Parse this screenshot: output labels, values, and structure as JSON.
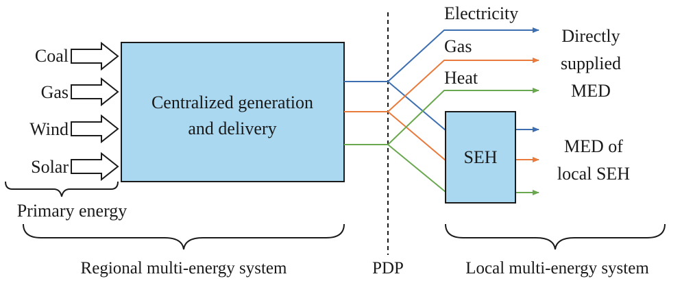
{
  "primary_sources": [
    "Coal",
    "Gas",
    "Wind",
    "Solar"
  ],
  "primary_energy_label": "Primary energy",
  "central_box": {
    "line1": "Centralized generation",
    "line2": "and delivery"
  },
  "carriers": [
    {
      "name": "Electricity",
      "color": "#3d6fb0"
    },
    {
      "name": "Gas",
      "color": "#e87a3c"
    },
    {
      "name": "Heat",
      "color": "#6aa84f"
    }
  ],
  "seh_label": "SEH",
  "directly_supplied": {
    "line1": "Directly",
    "line2": "supplied",
    "line3": "MED"
  },
  "med_local": {
    "line1": "MED of",
    "line2": "local SEH"
  },
  "pdp_label": "PDP",
  "regional_label": "Regional multi-energy system",
  "local_label": "Local multi-energy system",
  "colors": {
    "box_fill": "#a9d8f0",
    "stroke": "#1a1a1a"
  }
}
